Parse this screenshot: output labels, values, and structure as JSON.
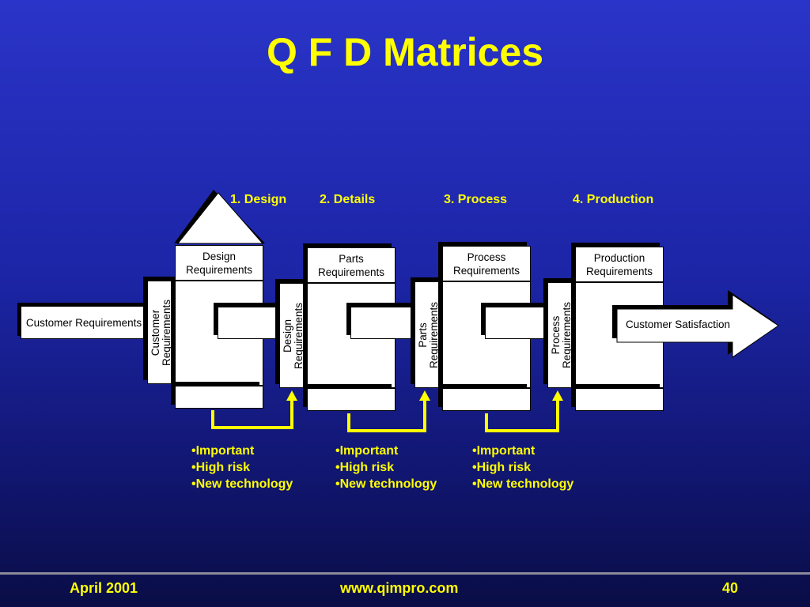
{
  "title": "Q F D Matrices",
  "stages": [
    "1. Design",
    "2. Details",
    "3. Process",
    "4. Production"
  ],
  "input_label": "Customer Requirements",
  "output_label": "Customer Satisfaction",
  "matrices": [
    {
      "header": "Design Requirements",
      "side": [
        "Customer",
        "Requirements"
      ]
    },
    {
      "header": "Parts Requirements",
      "side": [
        "Design",
        "Requirements"
      ]
    },
    {
      "header": "Process Requirements",
      "side": [
        "Parts",
        "Requirements"
      ]
    },
    {
      "header": "Production Requirements",
      "side": [
        "Process",
        "Requirements"
      ]
    }
  ],
  "header_lines": [
    [
      "Design",
      "Requirements"
    ],
    [
      "Parts",
      "Requirements"
    ],
    [
      "Process",
      "Requirements"
    ],
    [
      "Production",
      "Requirements"
    ]
  ],
  "notes": [
    [
      "•Important",
      "•High risk",
      "•New technology"
    ],
    [
      "•Important",
      "•High risk",
      "•New technology"
    ],
    [
      "•Important",
      "•High risk",
      "•New technology"
    ]
  ],
  "footer": {
    "date": "April 2001",
    "url": "www.qimpro.com",
    "page": "40"
  },
  "colors": {
    "background": "#1c25a6",
    "accent": "#ffff00",
    "box": "#ffffff",
    "shadow": "#000000"
  }
}
